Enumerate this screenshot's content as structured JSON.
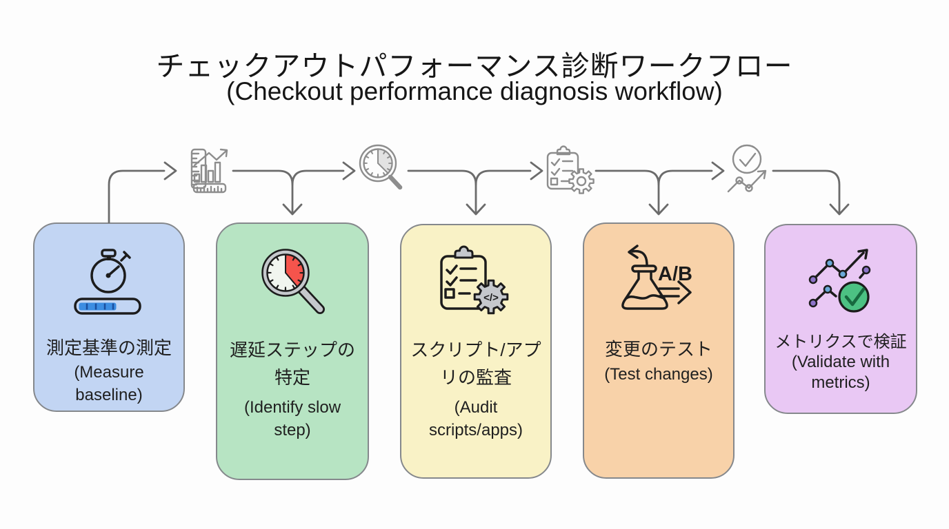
{
  "title": {
    "jp": "チェックアウトパフォーマンス診断ワークフロー",
    "en": "(Checkout performance diagnosis workflow)"
  },
  "steps": [
    {
      "name": "measure-baseline",
      "icon": "stopwatch-progress-icon",
      "color": "#c2d5f3",
      "jp_lines": [
        "測定基準の測定"
      ],
      "en_lines": [
        "(Measure",
        "baseline)"
      ]
    },
    {
      "name": "identify-slow-step",
      "icon": "magnifier-clock-icon",
      "color": "#b7e4c3",
      "jp_lines": [
        "遅延ステップの",
        "特定"
      ],
      "en_lines": [
        "(Identify slow",
        "step)"
      ]
    },
    {
      "name": "audit-scripts-apps",
      "icon": "clipboard-gear-icon",
      "color": "#f9f2c6",
      "jp_lines": [
        "スクリプト/アプ",
        "リの監査"
      ],
      "en_lines": [
        "(Audit",
        "scripts/apps)"
      ]
    },
    {
      "name": "test-changes",
      "icon": "flask-ab-icon",
      "color": "#f8d2a9",
      "jp_lines": [
        "変更のテスト"
      ],
      "en_lines": [
        "(Test changes)"
      ]
    },
    {
      "name": "validate-with-metrics",
      "icon": "metrics-check-icon",
      "color": "#e9c8f4",
      "jp_lines": [
        "メトリクスで検証"
      ],
      "en_lines": [
        "(Validate with",
        "metrics)"
      ]
    }
  ],
  "connector_icons": [
    "ruler-chart-icon",
    "magnifier-clock-icon",
    "clipboard-gear-icon",
    "check-graph-icon"
  ],
  "icon_labels": {
    "flask_ab": "A/B",
    "gear_code": "</>"
  },
  "palette": {
    "background": "#fdfdfd",
    "ink": "#1c1c1c",
    "text": "#1f1f1f",
    "box_border": "#85888c",
    "connector_gray": "#6b6b6b",
    "icon_gray": "#8d8d8d",
    "metal_gray": "#c5c8cc",
    "progress_blue": "#3d8de2",
    "progress_tick": "#1a4e9e",
    "wedge_red": "#f5544c",
    "dot_blue": "#6aa9d8",
    "dot_purple": "#8d74c9",
    "check_green_fill": "#4cc183",
    "check_green_stroke": "#17693f",
    "box_blue": "#c2d5f3",
    "box_green": "#b7e4c3",
    "box_yellow": "#f9f2c6",
    "box_orange": "#f8d2a9",
    "box_purple": "#e9c8f4"
  }
}
